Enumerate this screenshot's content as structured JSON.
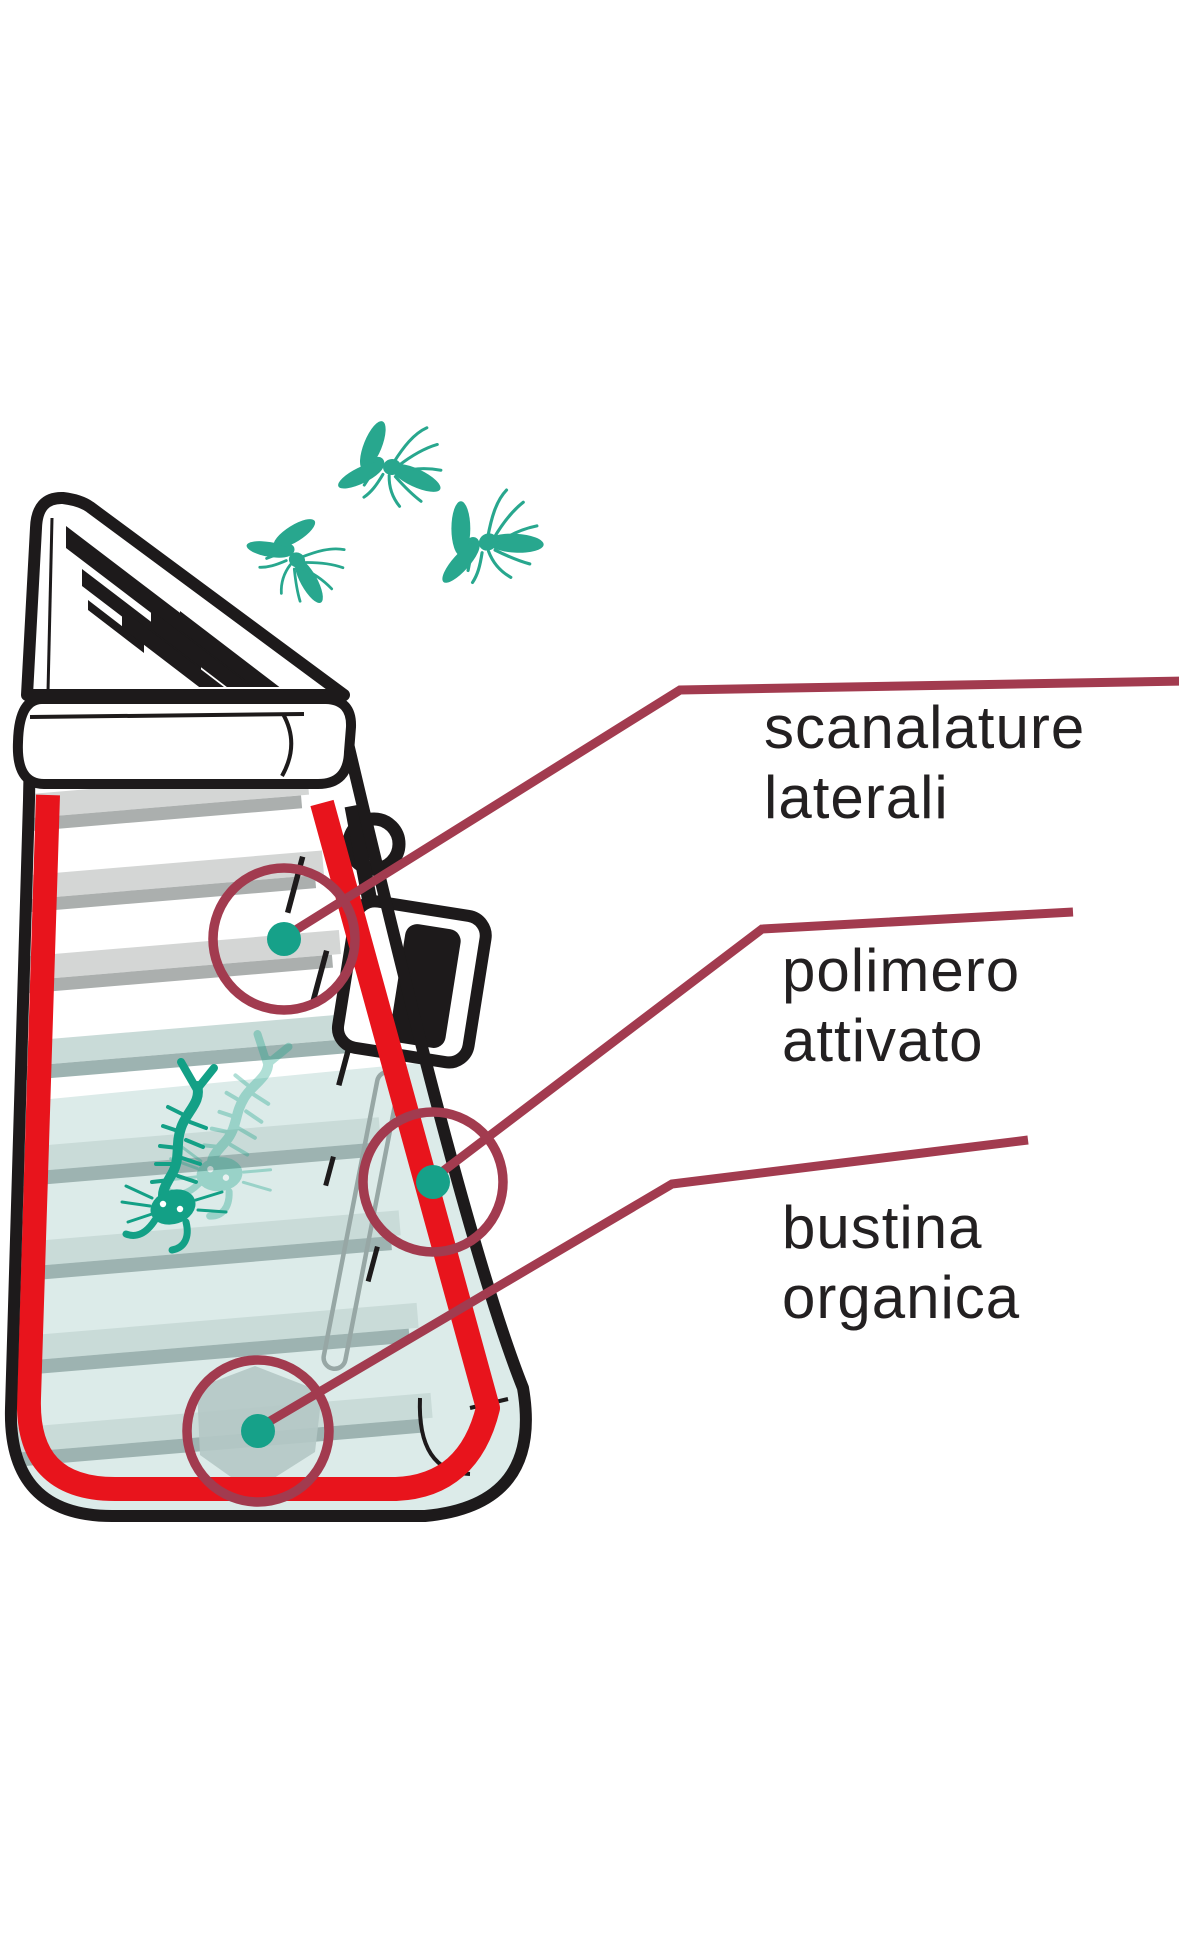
{
  "diagram": {
    "labels": {
      "scanalature": "scanalature\nlaterali",
      "polimero": "polimero\nattivato",
      "bustina": "bustina\norganica"
    }
  },
  "theme": {
    "ink": "#1d1a1b",
    "red": "#e8141c",
    "maroon": "#a23b4f",
    "teal": "#28a78e",
    "teal_dark": "#13a086",
    "dot": "#16a189",
    "water": "#dcebe9",
    "stripe_gray_light": "#d4d6d5",
    "stripe_gray_dark": "#abafae",
    "stripe_teal_light": "#c9dbd8",
    "stripe_teal_dark": "#9db3b1",
    "sachet": "#b4c8c5",
    "wire": "#97a7a5",
    "text": "#232021",
    "background": "#ffffff"
  }
}
